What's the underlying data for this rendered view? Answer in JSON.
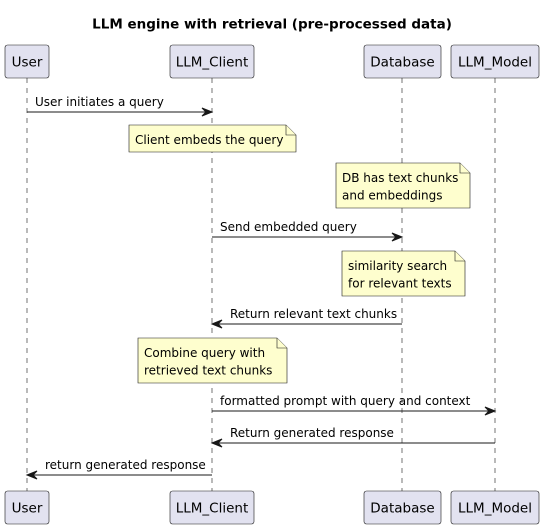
{
  "title": "LLM engine with retrieval (pre-processed data)",
  "participants": [
    {
      "id": "user",
      "label": "User"
    },
    {
      "id": "client",
      "label": "LLM_Client"
    },
    {
      "id": "db",
      "label": "Database"
    },
    {
      "id": "model",
      "label": "LLM_Model"
    }
  ],
  "steps": [
    {
      "kind": "message",
      "from": "user",
      "to": "client",
      "label": "User initiates a query"
    },
    {
      "kind": "note",
      "over": "client",
      "lines": [
        "Client embeds the query"
      ]
    },
    {
      "kind": "note",
      "over": "db",
      "lines": [
        "DB has text chunks",
        "and embeddings"
      ]
    },
    {
      "kind": "message",
      "from": "client",
      "to": "db",
      "label": "Send embedded query"
    },
    {
      "kind": "note",
      "over": "db",
      "lines": [
        "similarity search",
        "for relevant texts"
      ]
    },
    {
      "kind": "message",
      "from": "db",
      "to": "client",
      "label": "Return relevant text chunks"
    },
    {
      "kind": "note",
      "over": "client",
      "lines": [
        "Combine query with",
        "retrieved text chunks"
      ]
    },
    {
      "kind": "message",
      "from": "client",
      "to": "model",
      "label": "formatted prompt with query and context"
    },
    {
      "kind": "message",
      "from": "model",
      "to": "client",
      "label": "Return generated response"
    },
    {
      "kind": "message",
      "from": "client",
      "to": "user",
      "label": "return generated response"
    }
  ]
}
